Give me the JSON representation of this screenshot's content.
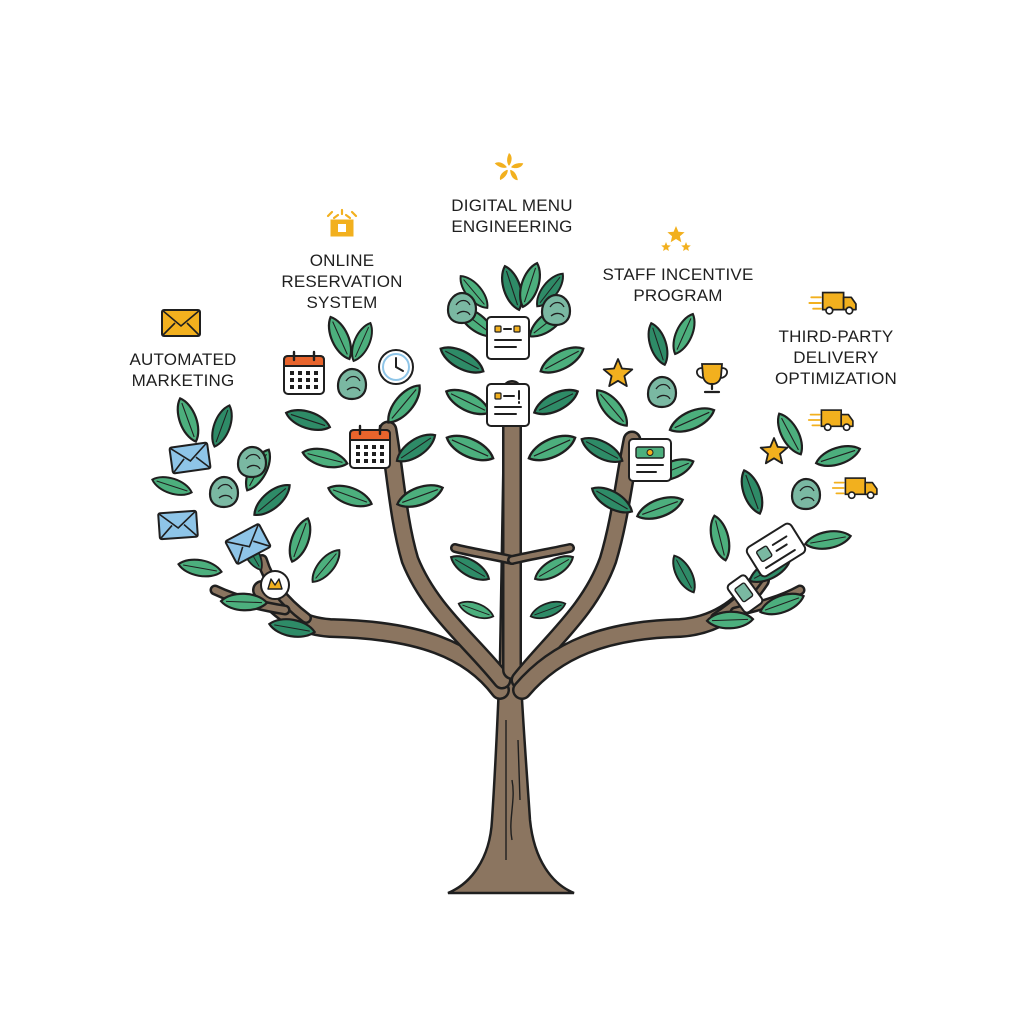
{
  "diagram": {
    "colors": {
      "background": "#ffffff",
      "trunk": "#8b7560",
      "outline": "#1f1f1f",
      "leaf": "#4caf7d",
      "leaf_dark": "#2e8b67",
      "bud": "#7ab8a2",
      "accent": "#f2b01e",
      "icon_blue": "#8ec5e8",
      "card": "#ffffff"
    },
    "branches": [
      {
        "id": "automated-marketing",
        "label_lines": [
          "AUTOMATED",
          "MARKETING"
        ],
        "header_icon": "envelope-icon",
        "branch_icons": [
          "envelope-icon",
          "envelope-icon",
          "envelope-icon",
          "badge-icon"
        ]
      },
      {
        "id": "online-reservation-system",
        "label_lines": [
          "ONLINE",
          "RESERVATION",
          "SYSTEM"
        ],
        "header_icon": "gift-icon",
        "branch_icons": [
          "calendar-icon",
          "clock-icon",
          "calendar-icon"
        ]
      },
      {
        "id": "digital-menu-engineering",
        "label_lines": [
          "DIGITAL MENU",
          "ENGINEERING"
        ],
        "header_icon": "pinwheel-icon",
        "branch_icons": [
          "menu-card-icon",
          "menu-card-icon"
        ]
      },
      {
        "id": "staff-incentive-program",
        "label_lines": [
          "STAFF INCENTIVE",
          "PROGRAM"
        ],
        "header_icon": "stars-icon",
        "branch_icons": [
          "star-icon",
          "trophy-icon",
          "voucher-icon"
        ]
      },
      {
        "id": "third-party-delivery-optimization",
        "label_lines": [
          "THIRD-PARTY",
          "DELIVERY",
          "OPTIMIZATION"
        ],
        "header_icon": "delivery-truck-icon",
        "branch_icons": [
          "delivery-truck-icon",
          "delivery-truck-icon",
          "star-icon",
          "tablet-icon",
          "phone-icon"
        ]
      }
    ]
  }
}
